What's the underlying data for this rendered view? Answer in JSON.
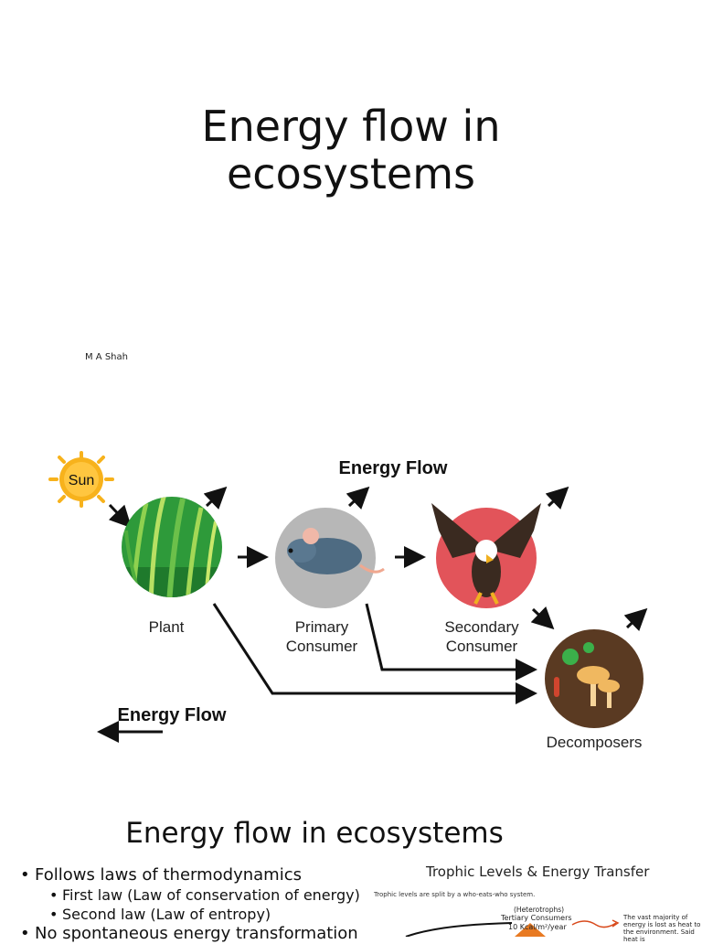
{
  "slide1": {
    "title_line1": "Energy flow in",
    "title_line2": "ecosystems",
    "author": "M A Shah"
  },
  "diagram": {
    "title_top": "Energy Flow",
    "title_bottom": "Energy Flow",
    "sun_label": "Sun",
    "nodes": {
      "plant": "Plant",
      "primary_line1": "Primary",
      "primary_line2": "Consumer",
      "secondary_line1": "Secondary",
      "secondary_line2": "Consumer",
      "decomposers": "Decomposers"
    },
    "colors": {
      "sun": "#f7b21c",
      "plant": "#2e9a3a",
      "primary": "#b7b7b7",
      "secondary": "#e2545a",
      "decomposers": "#5a3a22"
    }
  },
  "slide2": {
    "title": "Energy flow in ecosystems",
    "bullets": [
      "Follows laws of thermodynamics",
      "First law (Law of conservation of energy)",
      "Second law (Law of entropy)",
      "No spontaneous energy transformation"
    ]
  },
  "trophic": {
    "title": "Trophic Levels & Energy Transfer",
    "description": "Trophic levels are split by a who-eats-who system.",
    "heterotrophs": "(Heterotrophs)",
    "tertiary": "Tertiary Consumers",
    "tertiary_kcal": "10 Kcal/m²/year",
    "heat_note": "The vast majority of energy is lost as heat to the environment. Said heat is"
  }
}
